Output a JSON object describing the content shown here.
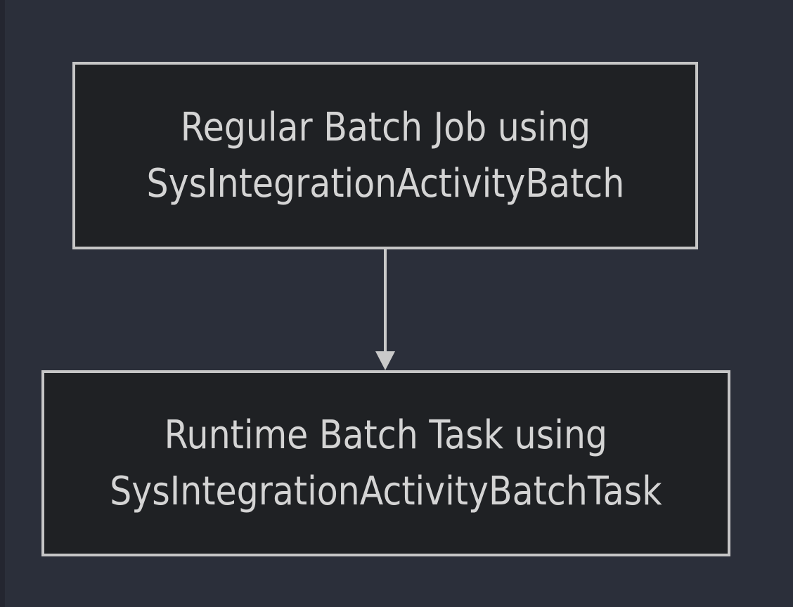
{
  "diagram": {
    "nodes": [
      {
        "id": "regular-batch-job",
        "line1": "Regular Batch Job using",
        "line2": "SysIntegrationActivityBatch"
      },
      {
        "id": "runtime-batch-task",
        "line1": "Runtime Batch Task using",
        "line2": "SysIntegrationActivityBatchTask"
      }
    ],
    "connector": {
      "from": "regular-batch-job",
      "to": "runtime-batch-task",
      "direction": "down"
    },
    "colors": {
      "background": "#2b2f3a",
      "left_strip": "#242630",
      "node_fill": "#1f2124",
      "node_border": "#c6c6c6",
      "text": "#d4d4d4",
      "arrow": "#c9c9c9"
    }
  }
}
